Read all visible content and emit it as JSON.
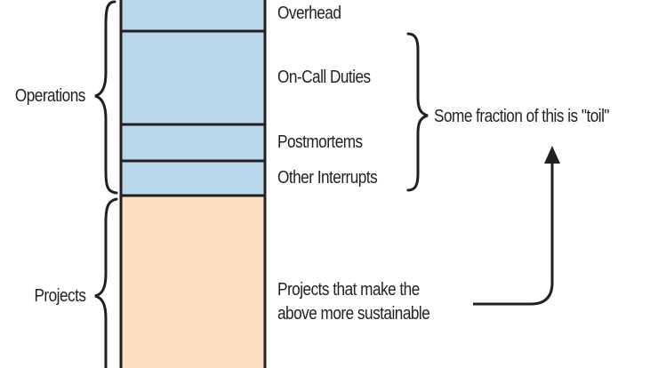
{
  "colors": {
    "operations_fill": "#b9d7ea",
    "projects_fill": "#fddfbf",
    "stroke": "#231f20",
    "text": "#231f20"
  },
  "groups": {
    "operations": "Operations",
    "projects": "Projects"
  },
  "bar": {
    "segments": [
      {
        "label": "Overhead",
        "category": "operations"
      },
      {
        "label": "On-Call Duties",
        "category": "operations"
      },
      {
        "label": "Postmortems",
        "category": "operations"
      },
      {
        "label": "Other Interrupts",
        "category": "operations"
      },
      {
        "label": "",
        "category": "projects"
      }
    ]
  },
  "annotations": {
    "toil": "Some fraction of this is \"toil\"",
    "projects_line1": "Projects that make the",
    "projects_line2": "above more sustainable"
  }
}
